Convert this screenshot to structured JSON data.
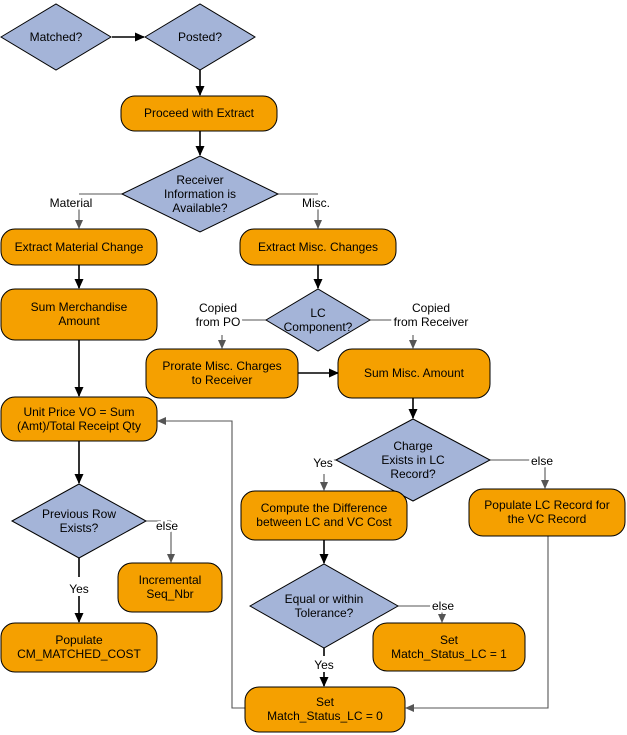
{
  "colors": {
    "process_fill": "#F5A000",
    "decision_fill": "#A4B4D8",
    "line": "#000000",
    "thin_line": "#555555"
  },
  "nodes": {
    "matched": [
      "Matched?"
    ],
    "posted": [
      "Posted?"
    ],
    "proceed_extract": [
      "Proceed with Extract"
    ],
    "receiver_info": [
      "Receiver",
      "Information is",
      "Available?"
    ],
    "extract_material": [
      "Extract Material Change"
    ],
    "extract_misc": [
      "Extract Misc. Changes"
    ],
    "sum_merchandise": [
      "Sum Merchandise",
      "Amount"
    ],
    "lc_component": [
      "LC",
      "Component?"
    ],
    "prorate_misc": [
      "Prorate Misc. Charges",
      "to Receiver"
    ],
    "sum_misc": [
      "Sum Misc. Amount"
    ],
    "unit_price": [
      "Unit Price VO = Sum",
      "(Amt)/Total Receipt Qty"
    ],
    "charge_exists": [
      "Charge",
      "Exists in LC",
      "Record?"
    ],
    "compute_difference": [
      "Compute the Difference",
      "between LC and VC Cost"
    ],
    "populate_lc": [
      "Populate LC Record for",
      "the VC Record"
    ],
    "previous_row": [
      "Previous Row",
      "Exists?"
    ],
    "incremental_seq": [
      "Incremental",
      "Seq_Nbr"
    ],
    "equal_tolerance": [
      "Equal or within",
      "Tolerance?"
    ],
    "set_status_1": [
      "Set",
      "Match_Status_LC = 1"
    ],
    "populate_cm": [
      "Populate",
      "CM_MATCHED_COST"
    ],
    "set_status_0": [
      "Set",
      "Match_Status_LC = 0"
    ]
  },
  "edge_labels": {
    "material": [
      "Material"
    ],
    "misc": [
      "Misc."
    ],
    "copied_from_po": [
      "Copied",
      "from PO"
    ],
    "copied_from_receiver": [
      "Copied",
      "from Receiver"
    ],
    "yes_charge": [
      "Yes"
    ],
    "else_charge": [
      "else"
    ],
    "else_previous": [
      "else"
    ],
    "yes_previous": [
      "Yes"
    ],
    "else_tolerance": [
      "else"
    ],
    "yes_tolerance": [
      "Yes"
    ]
  }
}
